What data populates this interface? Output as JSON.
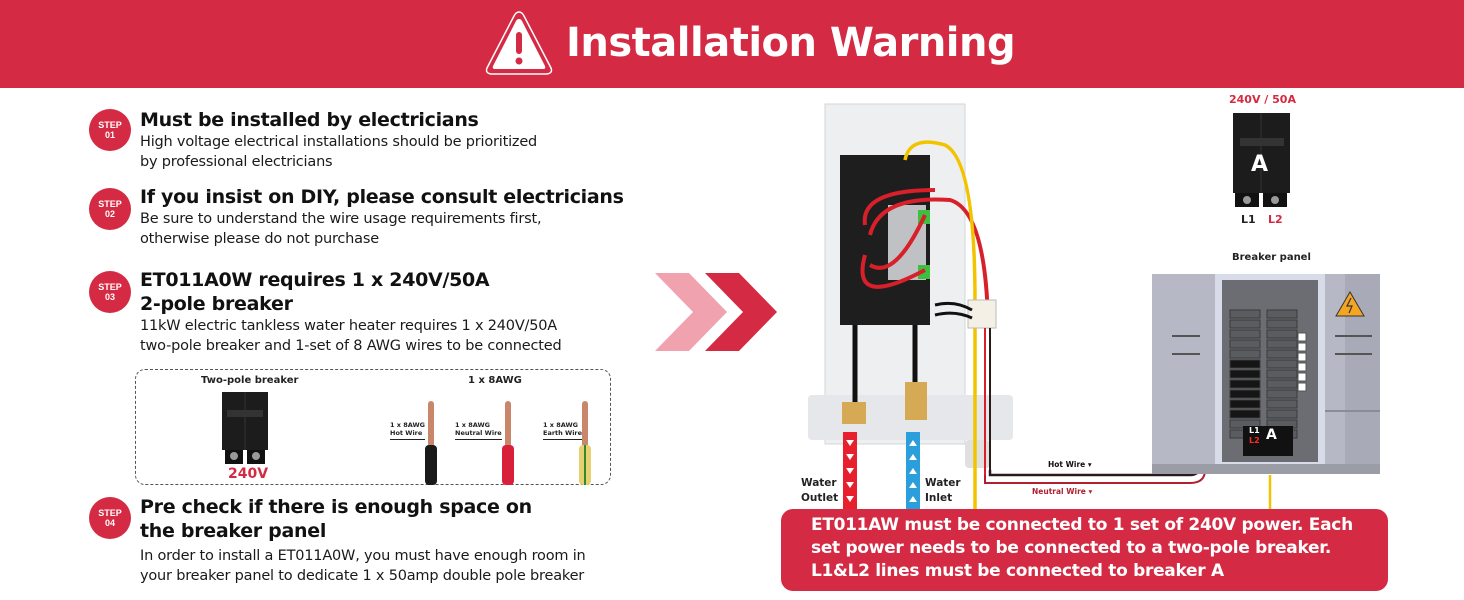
{
  "header": {
    "title": "Installation Warning",
    "icon": "warning-triangle-icon"
  },
  "colors": {
    "brand_red": "#d42a43",
    "light_red": "#f0a3ae",
    "hot_wire": "#2a1a1a",
    "neutral_wire": "#b0202e",
    "earth_wire": "#f2c400",
    "water_outlet": "#e8202e",
    "water_inlet": "#2a9fdc"
  },
  "steps": [
    {
      "badge_top": "STEP",
      "badge_num": "01",
      "title": "Must be installed by electricians",
      "desc": [
        "High voltage electrical installations should be prioritized",
        "by professional electricians"
      ]
    },
    {
      "badge_top": "STEP",
      "badge_num": "02",
      "title": "If you insist on DIY, please consult electricians",
      "desc": [
        "Be sure to understand the wire usage requirements first,",
        "otherwise please do not purchase"
      ]
    },
    {
      "badge_top": "STEP",
      "badge_num": "03",
      "title": [
        "ET011A0W requires 1 x 240V/50A",
        "2-pole breaker"
      ],
      "desc": [
        "11kW electric tankless water heater requires 1 x 240V/50A",
        "two-pole breaker and 1-set of 8 AWG wires to be connected"
      ]
    },
    {
      "badge_top": "STEP",
      "badge_num": "04",
      "title": [
        "Pre check if there is enough space on",
        "the breaker panel"
      ],
      "desc": [
        "In order to install a ET011A0W, you must have enough room in",
        "your breaker panel to dedicate 1 x 50amp double pole breaker"
      ]
    }
  ],
  "wire_box": {
    "breaker_label": "Two-pole breaker",
    "breaker_voltage": "240V",
    "wires_label": "1 x 8AWG",
    "wires": [
      {
        "line1": "1 x 8AWG",
        "line2": "Hot Wire",
        "color": "black"
      },
      {
        "line1": "1 x 8AWG",
        "line2": "Neutral Wire",
        "color": "red"
      },
      {
        "line1": "1 x 8AWG",
        "line2": "Earth Wire",
        "color": "yellow-green"
      }
    ]
  },
  "diagram": {
    "breaker_rating": "240V / 50A",
    "breaker_letter": "A",
    "breaker_l1": "L1",
    "breaker_l2": "L2",
    "panel_label": "Breaker panel",
    "panel_l1": "L1",
    "panel_l2": "L2",
    "panel_a": "A",
    "hot_wire_label": "Hot Wire ▾",
    "neutral_wire_label": "Neutral Wire ▾",
    "water_outlet": [
      "Water",
      "Outlet"
    ],
    "water_inlet": [
      "Water",
      "Inlet"
    ]
  },
  "notice": {
    "lines": [
      "ET011AW must be connected to 1 set of 240V power. Each",
      "set power needs to be connected to a two-pole breaker.",
      "L1&L2 lines must be connected to breaker A"
    ]
  }
}
